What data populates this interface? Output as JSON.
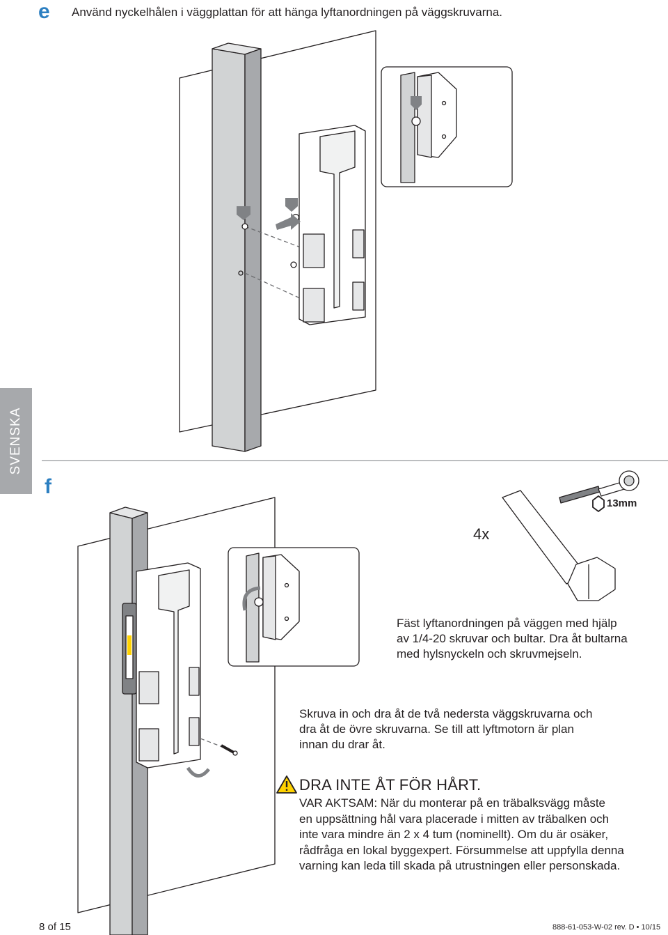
{
  "step_e": {
    "letter": "e",
    "text": "Använd nyckelhålen i väggplattan för att hänga lyftanordningen på väggskruvarna."
  },
  "language_tab": "SVENSKA",
  "step_f": {
    "letter": "f",
    "quantity": "4x",
    "tool_size": "13mm",
    "instruction_1": [
      "Fäst lyftanordningen på väggen med hjälp",
      "av 1/4-20 skruvar och bultar. Dra åt bultarna",
      "med hylsnyckeln och skruvmejseln."
    ],
    "instruction_2": [
      "Skruva in och dra åt de två nedersta väggskruvarna och",
      "dra åt de övre skruvarna. Se till att lyftmotorn är plan",
      "innan du drar åt."
    ]
  },
  "warning": {
    "icon": "warning-triangle-icon",
    "title": "DRA INTE ÅT FÖR HÅRT.",
    "lines": [
      "VAR AKTSAM: När du monterar på en träbalksvägg måste",
      "en uppsättning hål vara placerade i mitten av träbalken och",
      "inte vara mindre än 2 x 4 tum (nominellt). Om du är osäker,",
      "rådfråga en lokal byggexpert. Försummelse att uppfylla denna",
      "varning kan leda till skada på utrustningen eller personskada."
    ]
  },
  "footer": {
    "page": "8 of 15",
    "doc_id": "888-61-053-W-02 rev. D • 10/15"
  },
  "colors": {
    "accent": "#2c7fc1",
    "tab_gray": "#a7a9ac",
    "warning_yellow": "#ffd200",
    "line": "#231f20"
  }
}
